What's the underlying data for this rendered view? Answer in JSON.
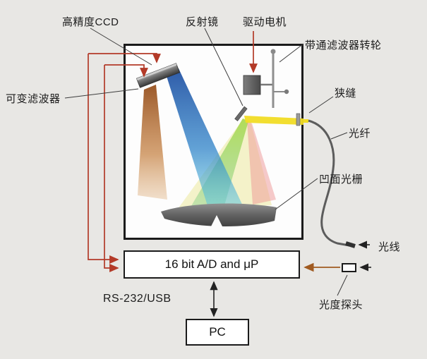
{
  "diagram": {
    "title_hint": "CCD spectrometer schematic",
    "labels": {
      "ccd": "高精度CCD",
      "mirror": "反射镜",
      "motor": "驱动电机",
      "filter_wheel": "带通滤波器转轮",
      "variable_filter": "可变滤波器",
      "slit": "狭缝",
      "fiber": "光纤",
      "grating": "凹面光栅",
      "light_ray": "光线",
      "probe": "光度探头",
      "interface": "RS-232/USB"
    },
    "boxes": {
      "adc": "16 bit A/D and μP",
      "pc": "PC"
    },
    "colors": {
      "background": "#e8e7e4",
      "enclosure_border": "#1b1b1b",
      "wire_red": "#b33a28",
      "wire_brown": "#a05a20",
      "beam_yellow": "#f1dc25",
      "beam_blue": "#1f64b4",
      "beam_orange": "#b06024",
      "beam_green": "#8fcf50",
      "grating_gray": "#5a5a5a"
    }
  }
}
